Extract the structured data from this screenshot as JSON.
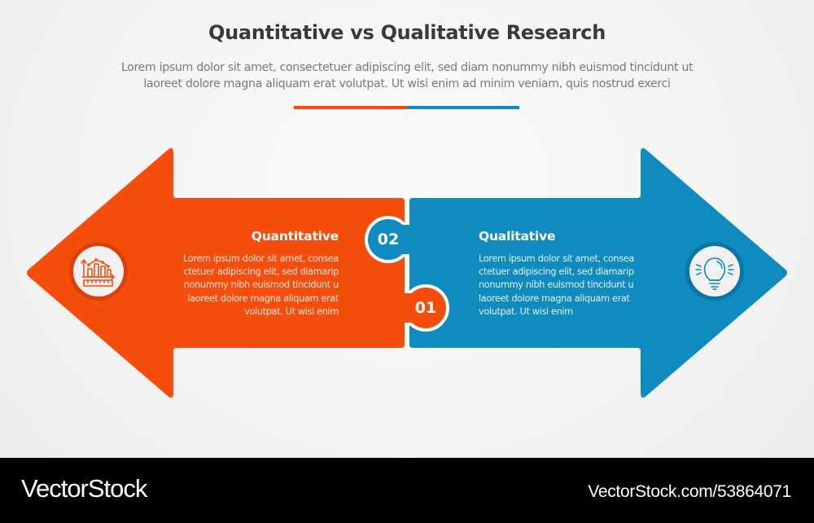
{
  "header": {
    "title": "Quantitative vs Qualitative Research",
    "subtitle_line1": "Lorem ipsum dolor sit amet, consectetuer adipiscing elit, sed diam nonummy nibh euismod tincidunt ut",
    "subtitle_line2": "laoreet dolore magna aliquam erat volutpat. Ut wisi enim ad minim veniam, quis nostrud exerci"
  },
  "colors": {
    "orange": "#f44d0c",
    "blue": "#0f8bbf",
    "title": "#3a3a3a",
    "subtitle": "#7a7a7a",
    "icon_circle": "#f1f1f1"
  },
  "items": [
    {
      "number": "01",
      "heading": "Quantitative",
      "icon": "chart-ruler-icon",
      "direction": "left",
      "lines": [
        "Lorem ipsum dolor sit amet, consea",
        "ctetuer adipiscing elit, sed diamarip",
        "nonummy nibh euismod tincidunt u",
        "laoreet dolore magna aliquam erat",
        "volutpat. Ut wisi enim"
      ]
    },
    {
      "number": "02",
      "heading": "Qualitative",
      "icon": "lightbulb-icon",
      "direction": "right",
      "lines": [
        "Lorem ipsum dolor sit amet, consea",
        "ctetuer adipiscing elit, sed diamarip",
        "nonummy nibh euismod tincidunt u",
        "laoreet dolore magna aliquam erat",
        "volutpat. Ut wisi enim"
      ]
    }
  ],
  "footer": {
    "logo": "VectorStock",
    "image_id": "VectorStock.com/53864071"
  }
}
